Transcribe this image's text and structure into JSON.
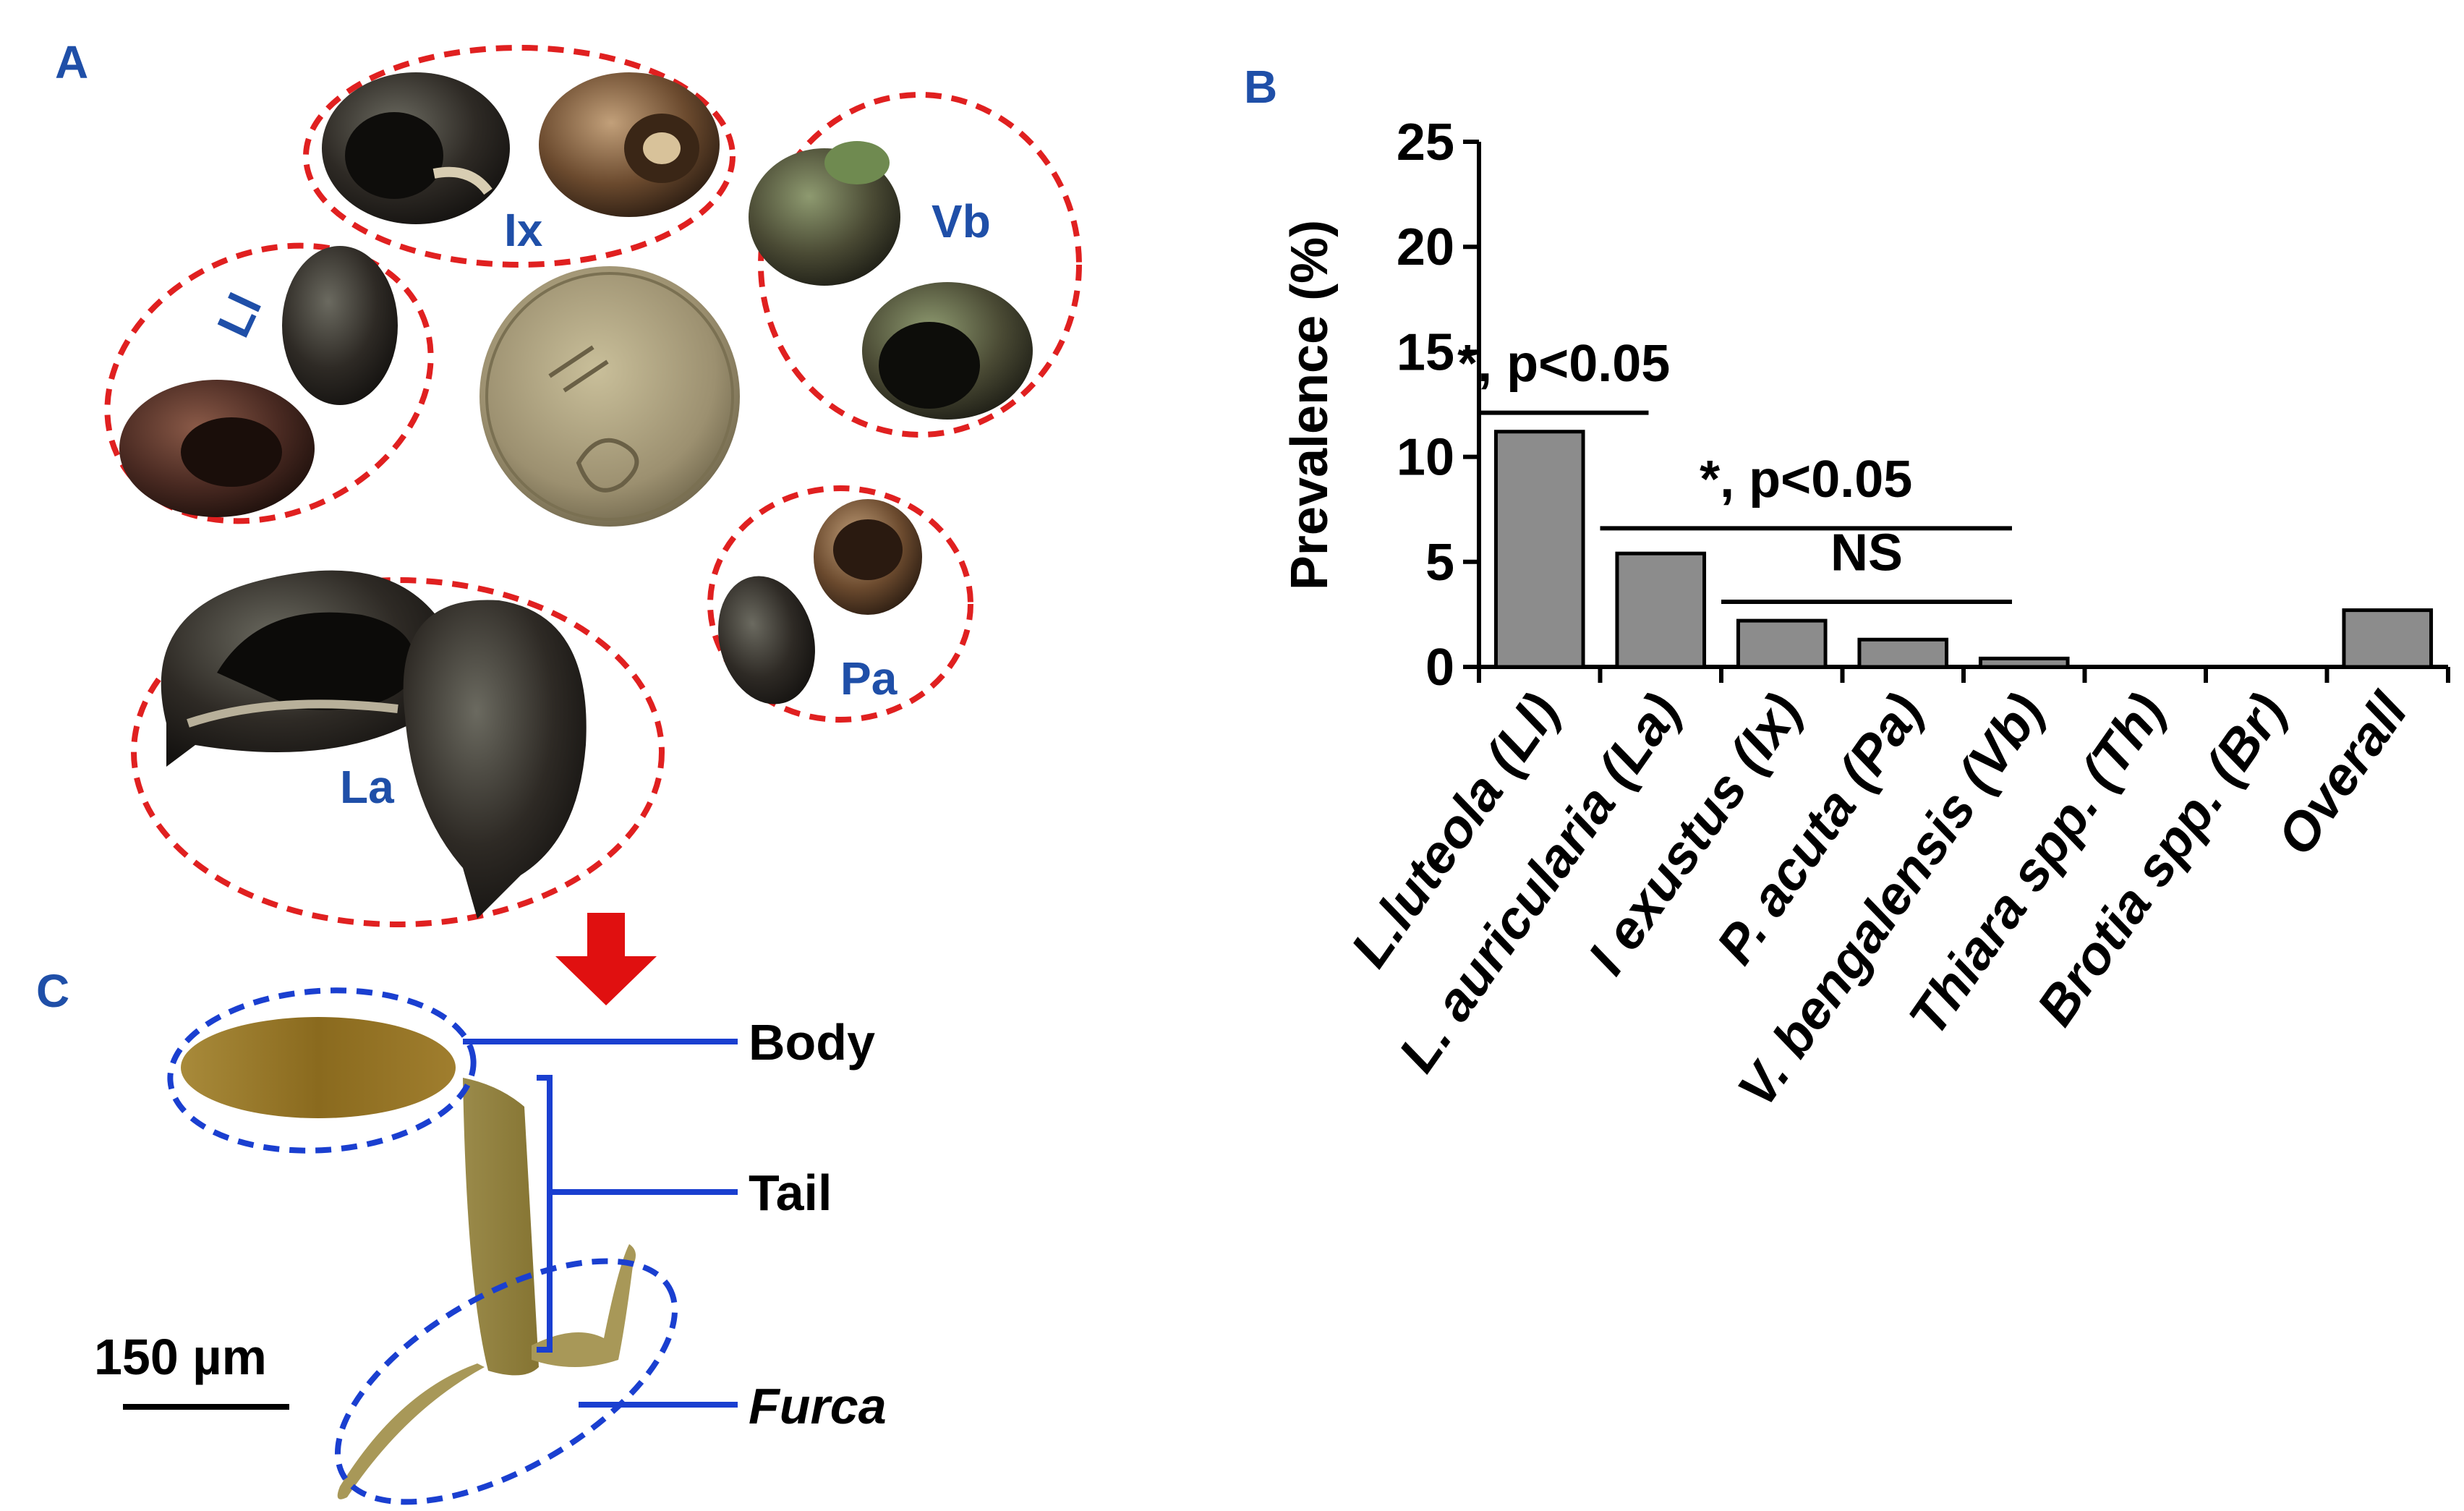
{
  "panels": {
    "a": "A",
    "b": "B",
    "c": "C"
  },
  "snails": {
    "ix": "Ix",
    "vb": "Vb",
    "ll": "Ll",
    "pa": "Pa",
    "la": "La"
  },
  "cercaria": {
    "body": "Body",
    "tail": "Tail",
    "furca": "Furca",
    "scale": "150 µm"
  },
  "colors": {
    "dashed_red": "#e02020",
    "dashed_blue": "#1a3fd0",
    "label_blue": "#1f4fa8",
    "bar_fill": "#8c8c8c",
    "arrow_red": "#e01010"
  },
  "chart_data": {
    "type": "bar",
    "ylabel": "Prevalence (%)",
    "xlabel": "",
    "ylim": [
      0,
      25
    ],
    "yticks": [
      0,
      5,
      10,
      15,
      20,
      25
    ],
    "categories": [
      "L.luteola (Ll)",
      "L. auricularia (La)",
      "I exustus (Ix)",
      "P. acuta (Pa)",
      "V. bengalensis (Vb)",
      "Thiara spp. (Th)",
      "Brotia spp. (Br)",
      "Overall"
    ],
    "values": [
      11.2,
      5.4,
      2.2,
      1.3,
      0.4,
      0,
      0,
      2.7
    ],
    "annotations": [
      {
        "text": "*, p<0.05",
        "from": 0,
        "to": 1
      },
      {
        "text": "*, p<0.05",
        "from": 1,
        "to": 4
      },
      {
        "text": "NS",
        "from": 2,
        "to": 4
      }
    ]
  }
}
